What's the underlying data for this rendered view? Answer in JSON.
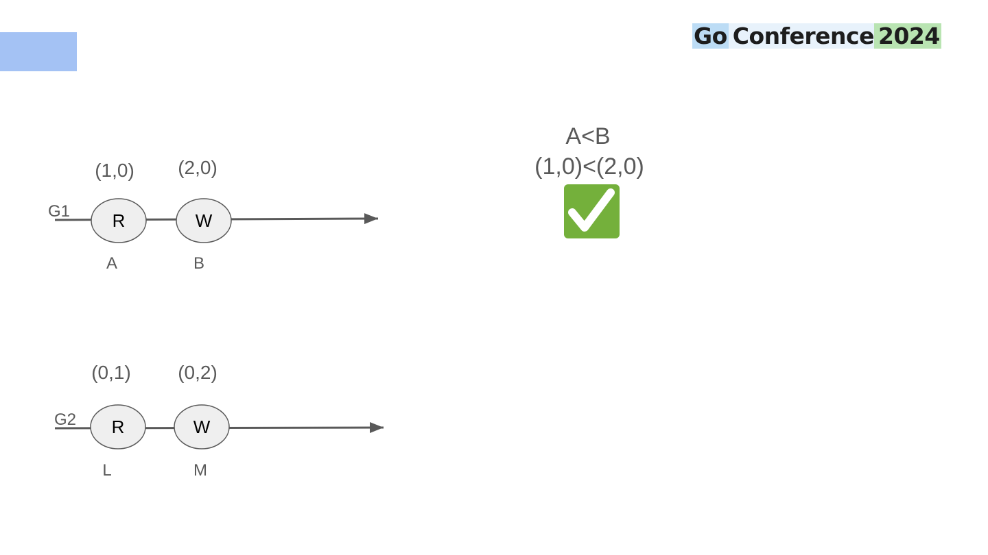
{
  "colors": {
    "corner_block": "#a4c2f4",
    "logo_go_bg": "#bcdcf5",
    "logo_conference_bg": "#e8f2fb",
    "logo_year_bg": "#b9e4b2",
    "line": "#595959",
    "node_fill": "#efefef",
    "label": "#595959",
    "check_bg": "#74b03b",
    "check_mark": "#ffffff"
  },
  "logo": {
    "word1": "Go",
    "word2": "Conference",
    "word3": "2024"
  },
  "diagram": {
    "timelines": [
      {
        "label": "G1",
        "events": [
          {
            "op": "R",
            "name": "A",
            "clock": "(1,0)"
          },
          {
            "op": "W",
            "name": "B",
            "clock": "(2,0)"
          }
        ]
      },
      {
        "label": "G2",
        "events": [
          {
            "op": "R",
            "name": "L",
            "clock": "(0,1)"
          },
          {
            "op": "W",
            "name": "M",
            "clock": "(0,2)"
          }
        ]
      }
    ],
    "comparison": {
      "relation": "A<B",
      "clocks": "(1,0)<(2,0)",
      "result_icon": "check-mark-button-icon"
    }
  }
}
